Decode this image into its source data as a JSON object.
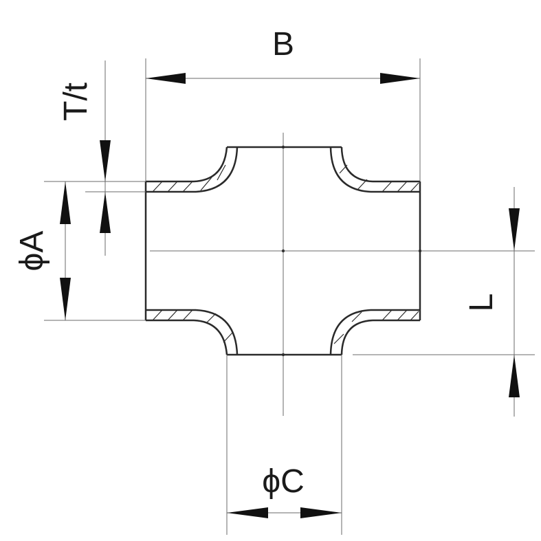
{
  "diagram": {
    "labels": {
      "B": "B",
      "T_t": "T/t",
      "phi_A": "ϕA",
      "L": "L",
      "phi_C": "ϕC"
    }
  }
}
